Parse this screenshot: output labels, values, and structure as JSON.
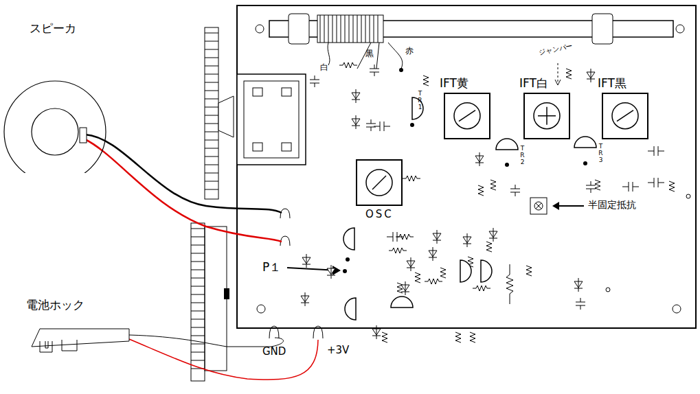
{
  "diagram": {
    "nodes": [
      {
        "text": [
          "スピーカ"
        ]
      },
      {
        "text": [
          "電池ホック"
        ]
      },
      {
        "text": [
          "IFT黄"
        ]
      },
      {
        "text": [
          "IFT白"
        ]
      },
      {
        "text": [
          "IFT黒"
        ]
      },
      {
        "text": [
          "OSC"
        ]
      }
    ],
    "labels": [
      "P１",
      "GND",
      "+3V",
      "半固定抵抗",
      "ジャンパー",
      "白",
      "黒",
      "赤",
      "TR1",
      "TR2",
      "TR3"
    ]
  }
}
